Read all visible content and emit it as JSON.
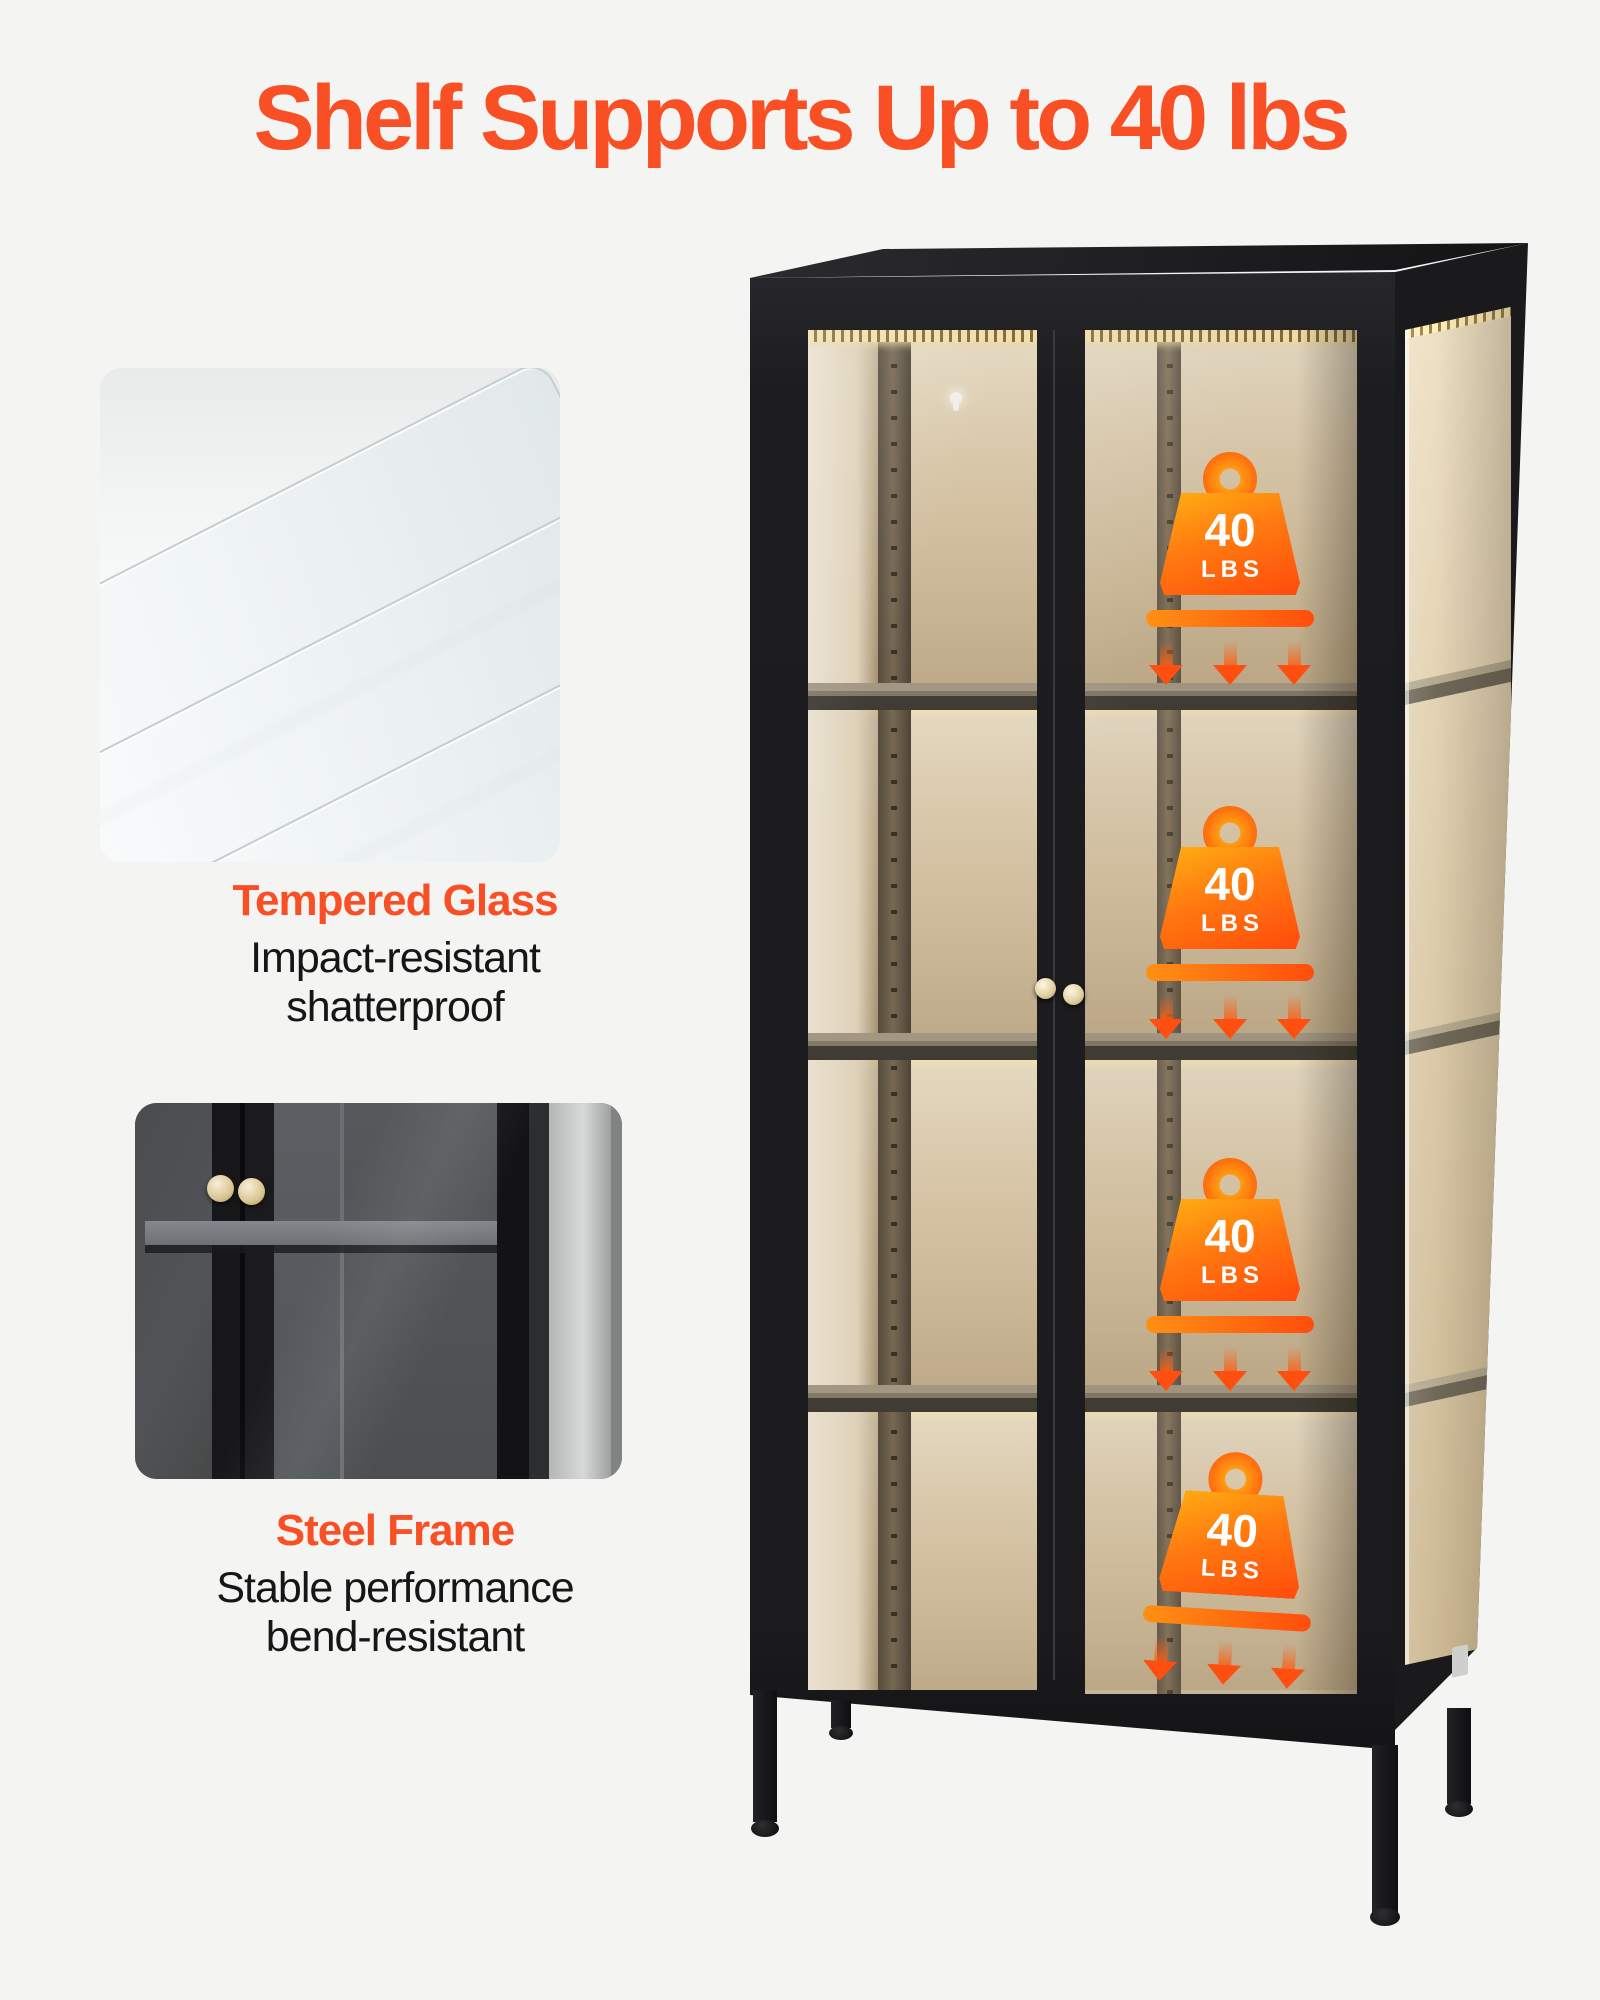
{
  "title": "Shelf Supports Up to 40 lbs",
  "features": [
    {
      "heading": "Tempered Glass",
      "line1": "Impact-resistant",
      "line2": "shatterproof",
      "photo": "stack of three clear tempered glass shelf panels"
    },
    {
      "heading": "Steel Frame",
      "line1": "Stable performance",
      "line2": "bend-resistant",
      "photo": "close-up of black steel cabinet doors with two gold knobs and a gray shelf"
    }
  ],
  "badges": [
    {
      "weight": "40",
      "unit": "LBS"
    },
    {
      "weight": "40",
      "unit": "LBS"
    },
    {
      "weight": "40",
      "unit": "LBS"
    },
    {
      "weight": "40",
      "unit": "LBS"
    }
  ],
  "icons": {
    "weight": "weight-icon",
    "arrow": "down-arrow-icon",
    "keyhole": "keyhole-mount-icon"
  },
  "colors": {
    "accent": "#F94F25",
    "badge_gradient_top": "#FFA114",
    "badge_gradient_bottom": "#FF4B0B",
    "cabinet_black": "#1D1D1F",
    "interior_warm_light": "#EFE3CB",
    "interior_warm_dark": "#C9B592",
    "page_background": "#F4F4F2"
  }
}
